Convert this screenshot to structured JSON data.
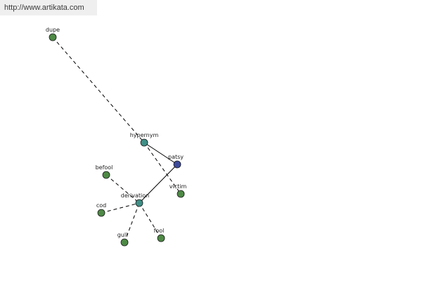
{
  "header": {
    "url": "http://www.artikata.com"
  },
  "colors": {
    "word_node": "#4e8a46",
    "relation_node": "#3f8f86",
    "root_node": "#3c4a9a",
    "edge": "#000000"
  },
  "graph": {
    "nodes": [
      {
        "id": "dupe",
        "label": "dupe",
        "kind": "word"
      },
      {
        "id": "hypernym",
        "label": "hypernym",
        "kind": "relation"
      },
      {
        "id": "patsy",
        "label": "patsy",
        "kind": "root"
      },
      {
        "id": "victim",
        "label": "victim",
        "kind": "word"
      },
      {
        "id": "befool",
        "label": "befool",
        "kind": "word"
      },
      {
        "id": "derivation",
        "label": "derivation",
        "kind": "relation"
      },
      {
        "id": "cod",
        "label": "cod",
        "kind": "word"
      },
      {
        "id": "gull",
        "label": "gull",
        "kind": "word"
      },
      {
        "id": "fool",
        "label": "fool",
        "kind": "word"
      }
    ],
    "edges": [
      {
        "from": "dupe",
        "to": "hypernym",
        "style": "dashed"
      },
      {
        "from": "hypernym",
        "to": "patsy",
        "style": "solid"
      },
      {
        "from": "hypernym",
        "to": "victim",
        "style": "dashed"
      },
      {
        "from": "patsy",
        "to": "derivation",
        "style": "solid"
      },
      {
        "from": "befool",
        "to": "derivation",
        "style": "dashed"
      },
      {
        "from": "cod",
        "to": "derivation",
        "style": "dashed"
      },
      {
        "from": "gull",
        "to": "derivation",
        "style": "dashed"
      },
      {
        "from": "fool",
        "to": "derivation",
        "style": "dashed"
      }
    ]
  }
}
